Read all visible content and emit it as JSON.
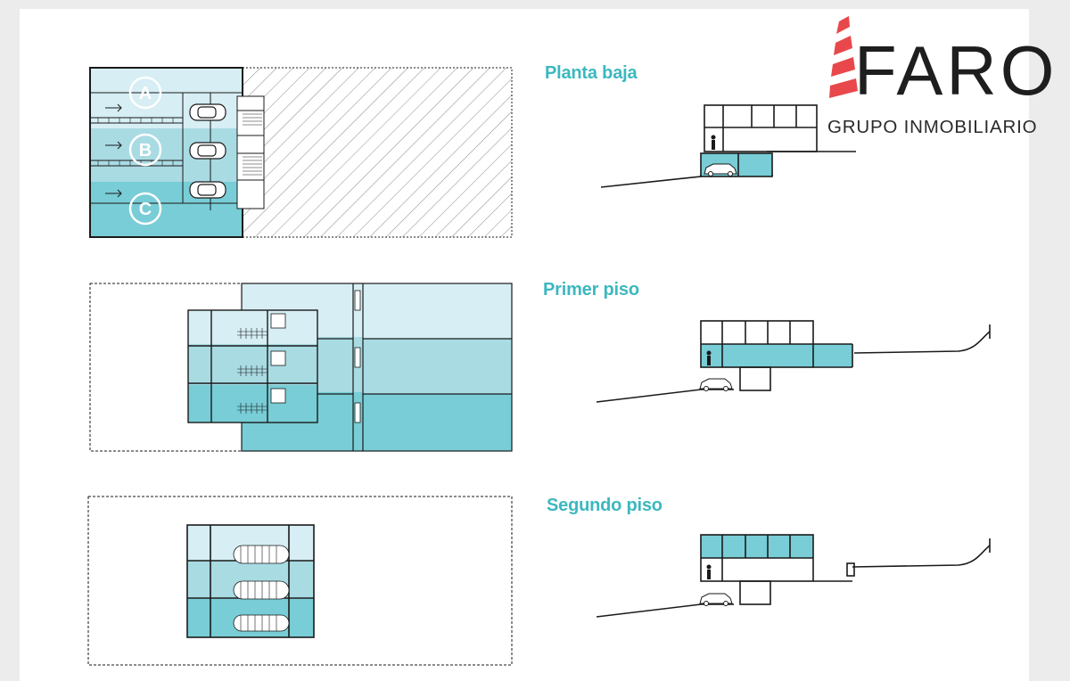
{
  "brand": {
    "name": "FARO",
    "subtitle": "GRUPO INMOBILIARIO"
  },
  "floors": [
    {
      "label": "Planta baja"
    },
    {
      "label": "Primer piso"
    },
    {
      "label": "Segundo piso"
    }
  ],
  "units": [
    "A",
    "B",
    "C"
  ],
  "colors": {
    "accent": "#3cb8bf",
    "tint_light": "#d6eef4",
    "tint_mid": "#a9dbe3",
    "tint_dark": "#78cdd6",
    "line": "#1a1a1a",
    "lighthouse_red": "#e8484c"
  },
  "icons": [
    "lighthouse-icon",
    "arrow-right-icon",
    "car-icon",
    "person-icon"
  ]
}
